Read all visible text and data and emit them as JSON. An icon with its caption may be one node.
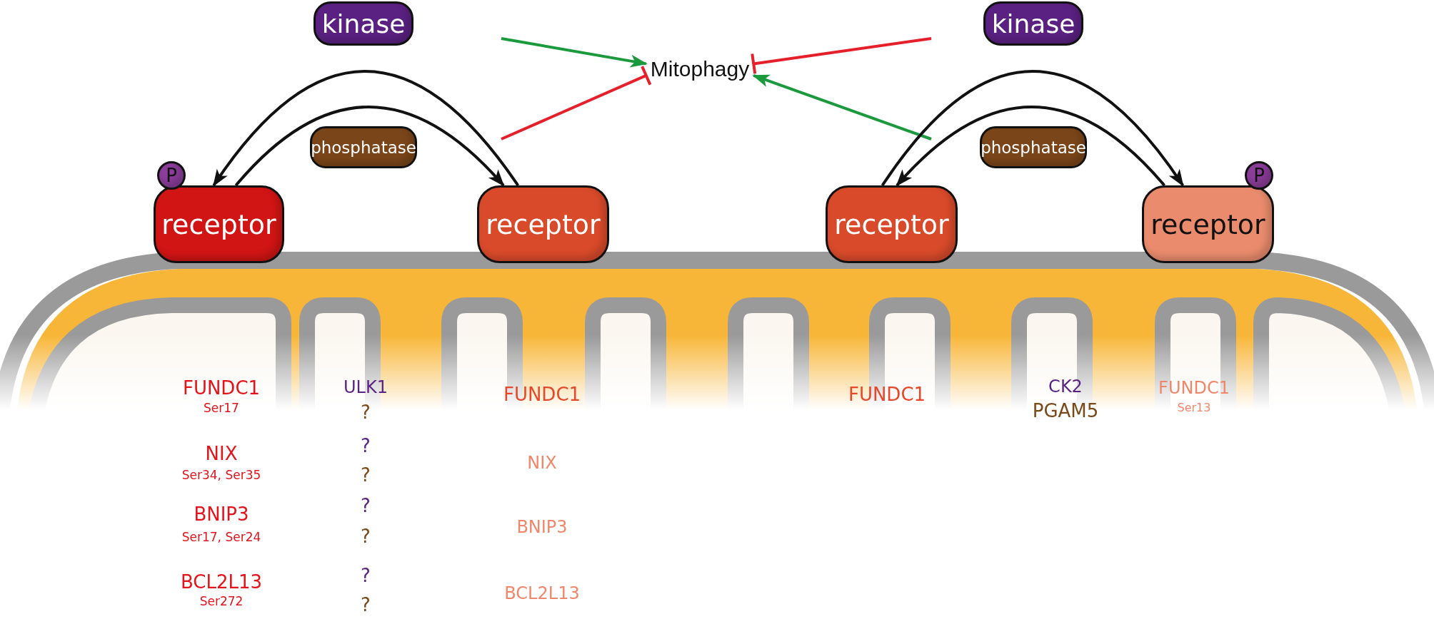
{
  "diagram": {
    "nodes": [
      {
        "text": [
          "kinase"
        ]
      },
      {
        "text": [
          "Mitophagy"
        ]
      },
      {
        "text": [
          "kinase"
        ]
      },
      {
        "text": [
          "phosphatase"
        ]
      },
      {
        "text": [
          "phosphatase"
        ]
      },
      {
        "text": [
          "P"
        ]
      },
      {
        "text": [
          "receptor"
        ]
      },
      {
        "text": [
          "receptor"
        ]
      },
      {
        "text": [
          "receptor"
        ]
      },
      {
        "text": [
          "P"
        ]
      },
      {
        "text": [
          "receptor"
        ]
      }
    ],
    "edges": [
      {
        "from": null,
        "to": 1,
        "arrow": "to",
        "color": "#1a9a3c"
      },
      {
        "from": null,
        "to": 1,
        "arrow": "other",
        "color": "#e5202a"
      },
      {
        "from": null,
        "to": 1,
        "arrow": "other",
        "color": "#e5202a"
      },
      {
        "from": null,
        "to": 1,
        "arrow": "to",
        "color": "#1a9a3c"
      },
      {
        "from": 7,
        "to": 6,
        "arrow": "to"
      },
      {
        "from": 6,
        "to": 7,
        "arrow": "to"
      },
      {
        "from": 8,
        "to": 10,
        "arrow": "to"
      },
      {
        "from": 10,
        "to": 8,
        "arrow": "to"
      }
    ],
    "labels": [
      "FUNDC1",
      "ULK1",
      "FUNDC1",
      "FUNDC1",
      "CK2",
      "FUNDC1",
      "Ser17",
      "?",
      "PGAM5",
      "Ser13",
      "NIX",
      "?",
      "NIX",
      "Ser34, Ser35",
      "?",
      "BNIP3",
      "?",
      "BNIP3",
      "Ser17, Ser24",
      "?",
      "BCL2L13",
      "?",
      "BCL2L13",
      "Ser272",
      "?"
    ]
  }
}
